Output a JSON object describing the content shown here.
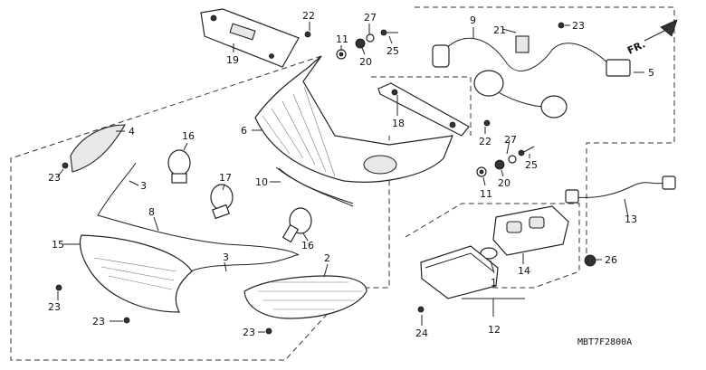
{
  "labels": {
    "p1": "1",
    "p2": "2",
    "p3a": "3",
    "p3b": "3",
    "p4": "4",
    "p5": "5",
    "p6": "6",
    "p8": "8",
    "p9": "9",
    "p10": "10",
    "p11a": "11",
    "p11b": "11",
    "p12": "12",
    "p13": "13",
    "p14": "14",
    "p15": "15",
    "p16a": "16",
    "p16b": "16",
    "p17": "17",
    "p18": "18",
    "p19": "19",
    "p20a": "20",
    "p20b": "20",
    "p21": "21",
    "p22a": "22",
    "p22b": "22",
    "p23a": "23",
    "p23b": "23",
    "p23c": "23",
    "p23d": "23",
    "p23e": "23",
    "p24": "24",
    "p25a": "25",
    "p25b": "25",
    "p26": "26",
    "p27a": "27",
    "p27b": "27"
  },
  "direction": "FR.",
  "diagram_code": "MBT7F2800A"
}
